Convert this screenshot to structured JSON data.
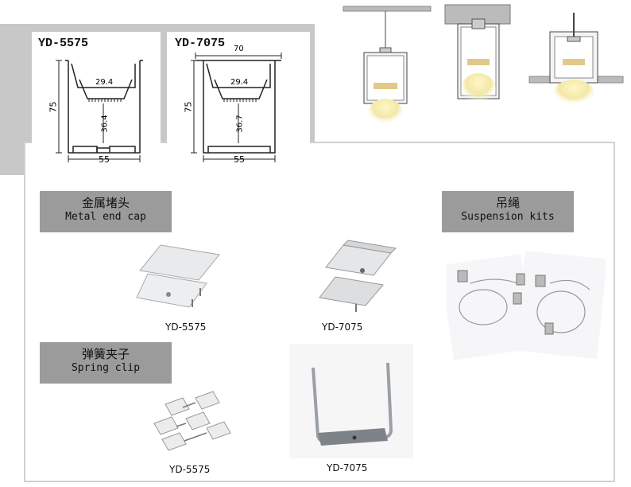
{
  "profiles": [
    {
      "model": "YD-5575",
      "dims": {
        "height": "75",
        "inner": "29.4",
        "depth": "36.4",
        "width": "55"
      }
    },
    {
      "model": "YD-7075",
      "dims": {
        "top": "70",
        "height": "75",
        "inner": "29.4",
        "depth": "36.7",
        "width": "55"
      }
    }
  ],
  "sections": {
    "end_cap": {
      "cn": "金属堵头",
      "en": "Metal end cap",
      "items": [
        "YD-5575",
        "YD-7075"
      ]
    },
    "spring_clip": {
      "cn": "弹簧夹子",
      "en": "Spring clip",
      "items": [
        "YD-5575",
        "YD-7075"
      ]
    },
    "suspension": {
      "cn": "吊绳",
      "en": "Suspension kits"
    }
  },
  "installs": [
    "suspended",
    "surface-mounted",
    "recessed"
  ],
  "colors": {
    "frame_gray": "#c8c8c8",
    "label_gray": "#9b9b9b",
    "light_glow": "#f3e8a8"
  }
}
